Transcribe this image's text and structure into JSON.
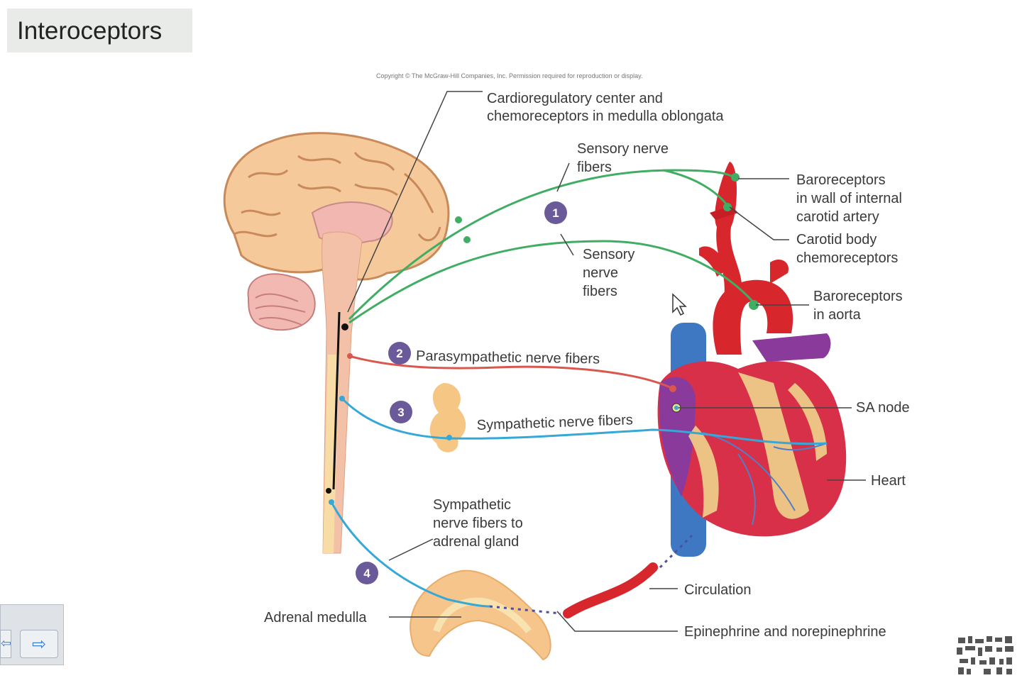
{
  "slide": {
    "title": "Interoceptors"
  },
  "diagram": {
    "copyright": "Copyright © The McGraw-Hill Companies, Inc. Permission required for reproduction or display.",
    "labels": {
      "cardioregulatory": [
        "Cardioregulatory center and",
        "chemoreceptors in medulla oblongata"
      ],
      "sensory_upper": [
        "Sensory nerve",
        "fibers"
      ],
      "sensory_lower": [
        "Sensory",
        "nerve",
        "fibers"
      ],
      "baro_carotid": [
        "Baroreceptors",
        "in wall of internal",
        "carotid artery"
      ],
      "carotid_body": [
        "Carotid body",
        "chemoreceptors"
      ],
      "baro_aorta": [
        "Baroreceptors",
        "in aorta"
      ],
      "parasympathetic": "Parasympathetic nerve fibers",
      "sympathetic": "Sympathetic nerve fibers",
      "sa_node": "SA node",
      "heart": "Heart",
      "sympathetic_adrenal": [
        "Sympathetic",
        "nerve fibers to",
        "adrenal gland"
      ],
      "adrenal_medulla": "Adrenal medulla",
      "circulation": "Circulation",
      "epinephrine": "Epinephrine and norepinephrine"
    },
    "steps": [
      "1",
      "2",
      "3",
      "4"
    ],
    "colors": {
      "sensory": "#3fae63",
      "parasympathetic": "#d9574f",
      "sympathetic": "#36a8d8",
      "step_badge": "#6a5a9a",
      "artery": "#d7262c",
      "vein": "#3f78c2"
    }
  },
  "navigation": {
    "next_icon": "right-arrow-icon",
    "prev_icon": "left-arrow-icon"
  }
}
